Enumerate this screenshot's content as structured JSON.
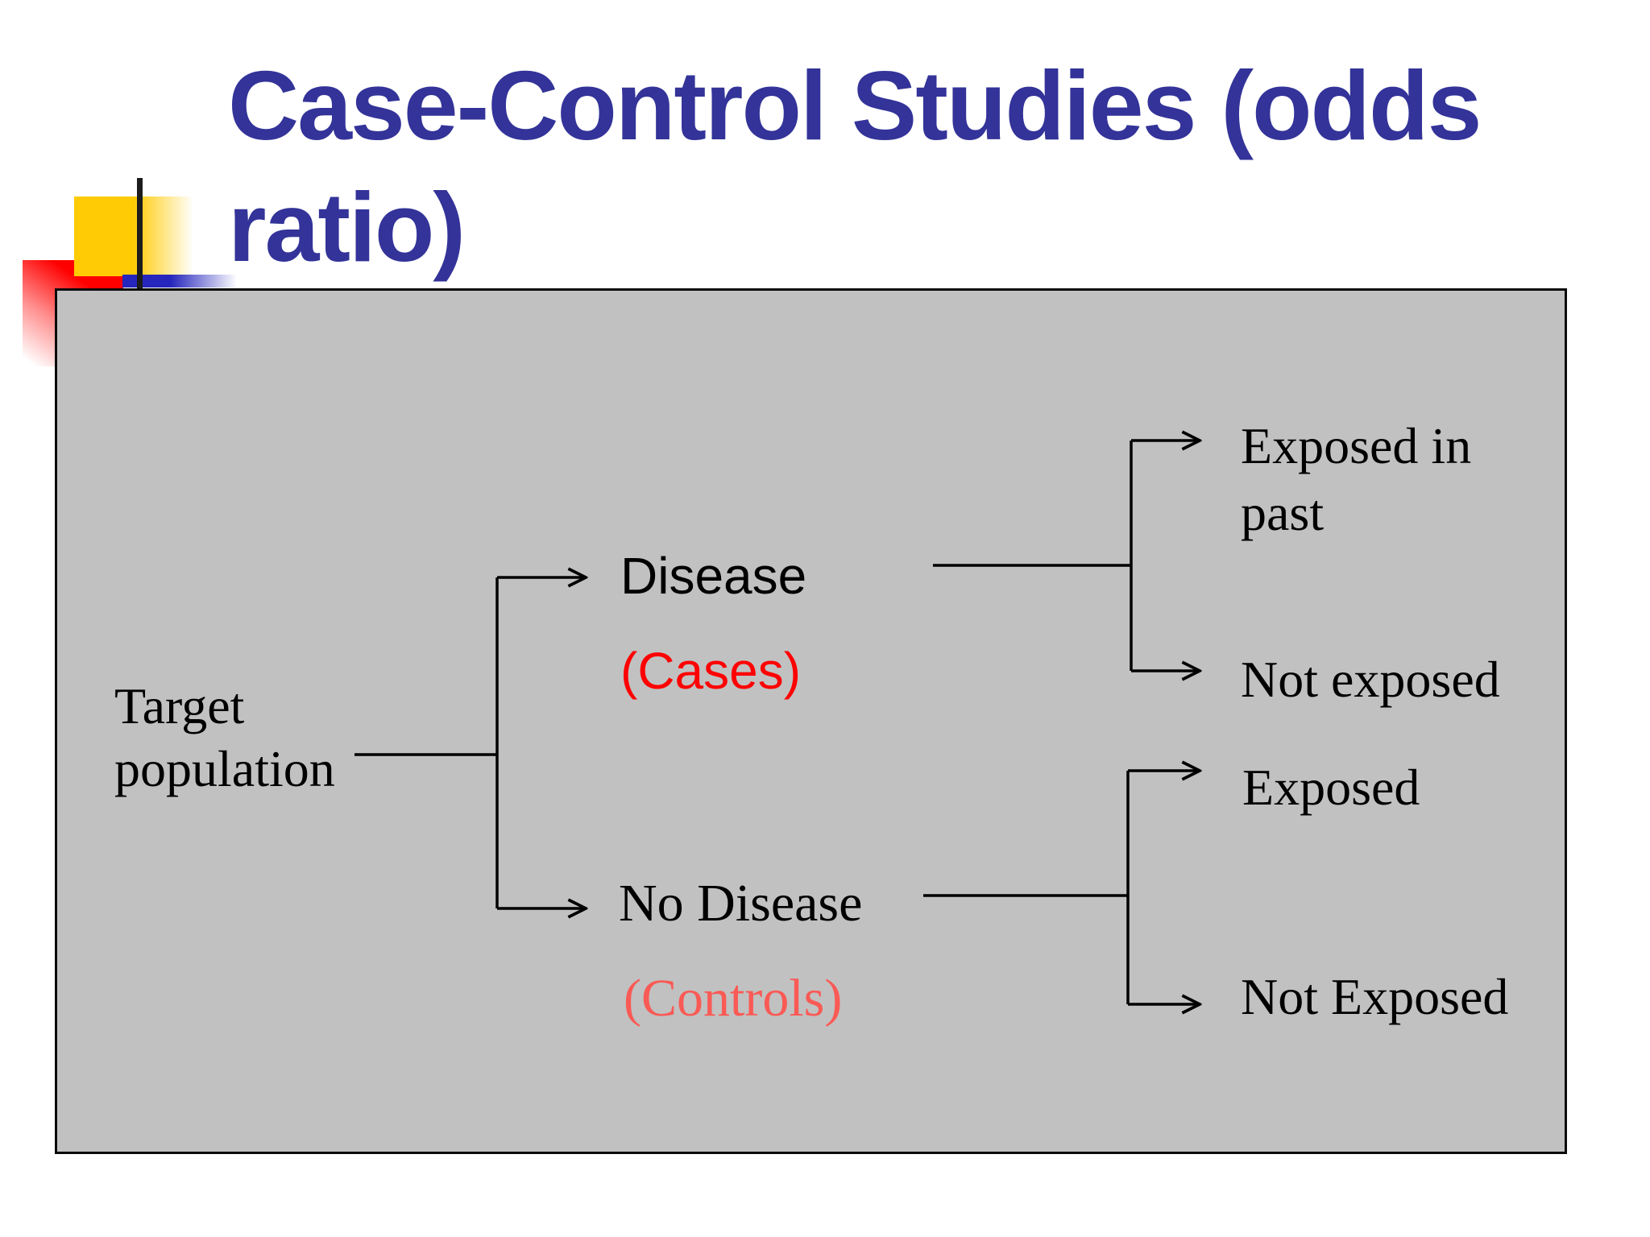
{
  "slide": {
    "title": {
      "line1": "Case-Control Studies (odds",
      "line2": "ratio)",
      "full_text": "Case-Control Studies (odds ratio)",
      "color": "#333399"
    },
    "diagram": {
      "type": "tree",
      "direction": "left-to-right",
      "background_color": "#c1c1c1",
      "border_color": "#000000",
      "nodes": {
        "root": "Target population",
        "disease": "Disease",
        "cases": "(Cases)",
        "no_disease": "No Disease",
        "controls": "(Controls)",
        "exposed_in_past": "Exposed in past",
        "not_exposed_lower": "Not exposed",
        "exposed": "Exposed",
        "not_exposed_upper": "Not Exposed"
      },
      "edges": [
        {
          "from": "Target population",
          "to": "Disease (Cases)"
        },
        {
          "from": "Target population",
          "to": "No Disease (Controls)"
        },
        {
          "from": "Disease (Cases)",
          "to": "Exposed in past"
        },
        {
          "from": "Disease (Cases)",
          "to": "Not exposed"
        },
        {
          "from": "No Disease (Controls)",
          "to": "Exposed"
        },
        {
          "from": "No Disease (Controls)",
          "to": "Not Exposed"
        }
      ],
      "label_colors": {
        "cases": "#ff0000",
        "controls": "#fa5a55",
        "default": "#000000"
      }
    },
    "decoration_colors": {
      "yellow_rect": "#ffcb05",
      "red_rect": "#ff0000",
      "blue_bar": "#2626bd",
      "black_tick": "#1c1c1c"
    }
  }
}
